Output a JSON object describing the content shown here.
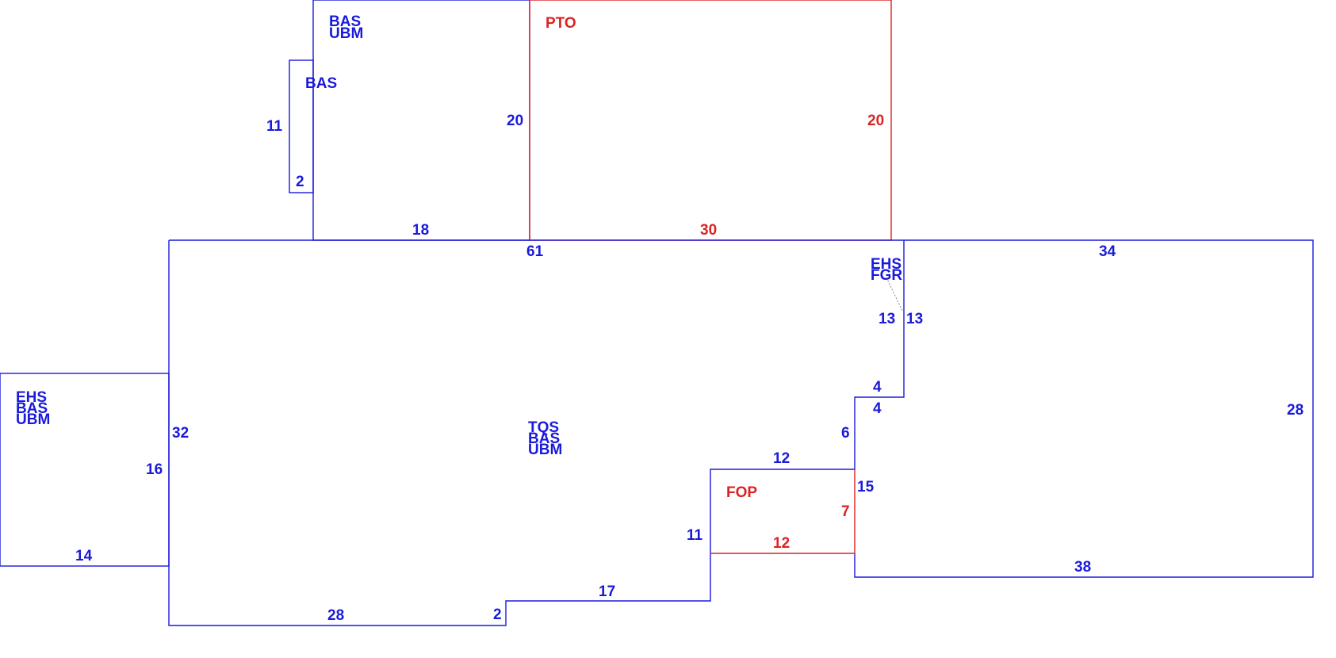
{
  "colors": {
    "main": "#1a1adb",
    "accent": "#dd2222"
  },
  "areas": {
    "top_left_bas_ubm": [
      "BAS",
      "UBM"
    ],
    "small_bas": "BAS",
    "pto": "PTO",
    "left_ehs_bas_ubm": [
      "EHS",
      "BAS",
      "UBM"
    ],
    "main_tqs_bas_ubm": [
      "TQS",
      "BAS",
      "UBM"
    ],
    "ehs_fgr": [
      "EHS",
      "FGR"
    ],
    "fop": "FOP"
  },
  "dimensions": {
    "small_bas_height": "11",
    "small_bas_width": "2",
    "top_left_height": "20",
    "top_left_bottom": "18",
    "pto_height": "20",
    "pto_bottom": "30",
    "main_top": "61",
    "right_top": "34",
    "fgr_left": "13",
    "fgr_right": "13",
    "step_top": "4",
    "step_bottom": "4",
    "step_vertical": "6",
    "right_height": "28",
    "left_wing_main": "32",
    "left_wing_height": "16",
    "left_wing_bottom": "14",
    "fop_top": "12",
    "fop_side": "15",
    "fop_height": "7",
    "fop_bottom": "12",
    "notch_side": "11",
    "right_bottom": "38",
    "notch_bottom": "17",
    "jog": "2",
    "main_bottom": "28"
  }
}
